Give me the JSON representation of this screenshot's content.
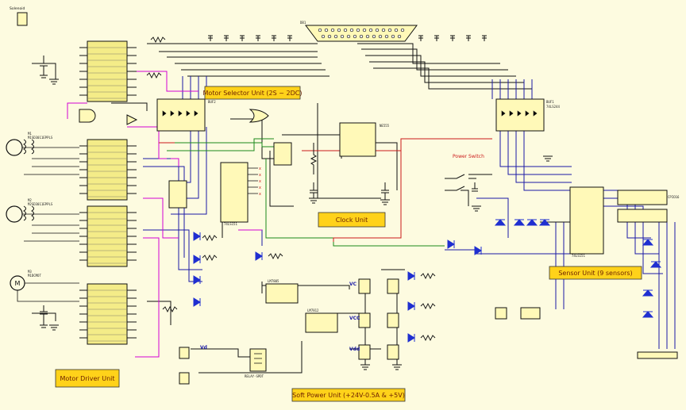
{
  "colors": {
    "background": "#fdfbe0",
    "unit_box": "#ffd21a",
    "chip_fill": "#fff9b8",
    "driver_fill": "#f4ec88",
    "wire_blue": "#1a1aa6",
    "wire_black": "#111111",
    "wire_magenta": "#d400d4",
    "wire_green": "#1a8a1a",
    "wire_red": "#cc1a1a",
    "diode": "#1f2fd0"
  },
  "labels": {
    "solenoid": "Solenoid",
    "motor_selector": "Motor Selector Unit (2S ~ 2DC)",
    "clock": "Clock Unit",
    "power_switch": "Power Switch",
    "sensor": "Sensor Unit (9 sensors)",
    "motor_driver": "Motor Driver Unit",
    "soft_power": "Soft Power Unit (+24V-0.5A & +5V)",
    "vd": "Vd",
    "vdd": "Vdd",
    "vcc": "VCC",
    "vc": "VC"
  },
  "chips": {
    "dsub": "DB1",
    "sw_74hc": "74LS244",
    "buf1": "BUF1",
    "buf2": "BUF2",
    "clock_ic": "NE555",
    "mux": "74LS151",
    "reg1": "LM7805",
    "reg2": "LM7812",
    "sensor_ic": "74LS151",
    "conn": "CPIO16",
    "relay": "RELAY-SPDT"
  },
  "motors": {
    "m1": "M1",
    "m2": "M2",
    "m3": "M3",
    "m1_part": "M1SD3011EPPLS",
    "m2_part": "M2SD3011EPPLS",
    "m3_part": "M1DCMOT"
  }
}
